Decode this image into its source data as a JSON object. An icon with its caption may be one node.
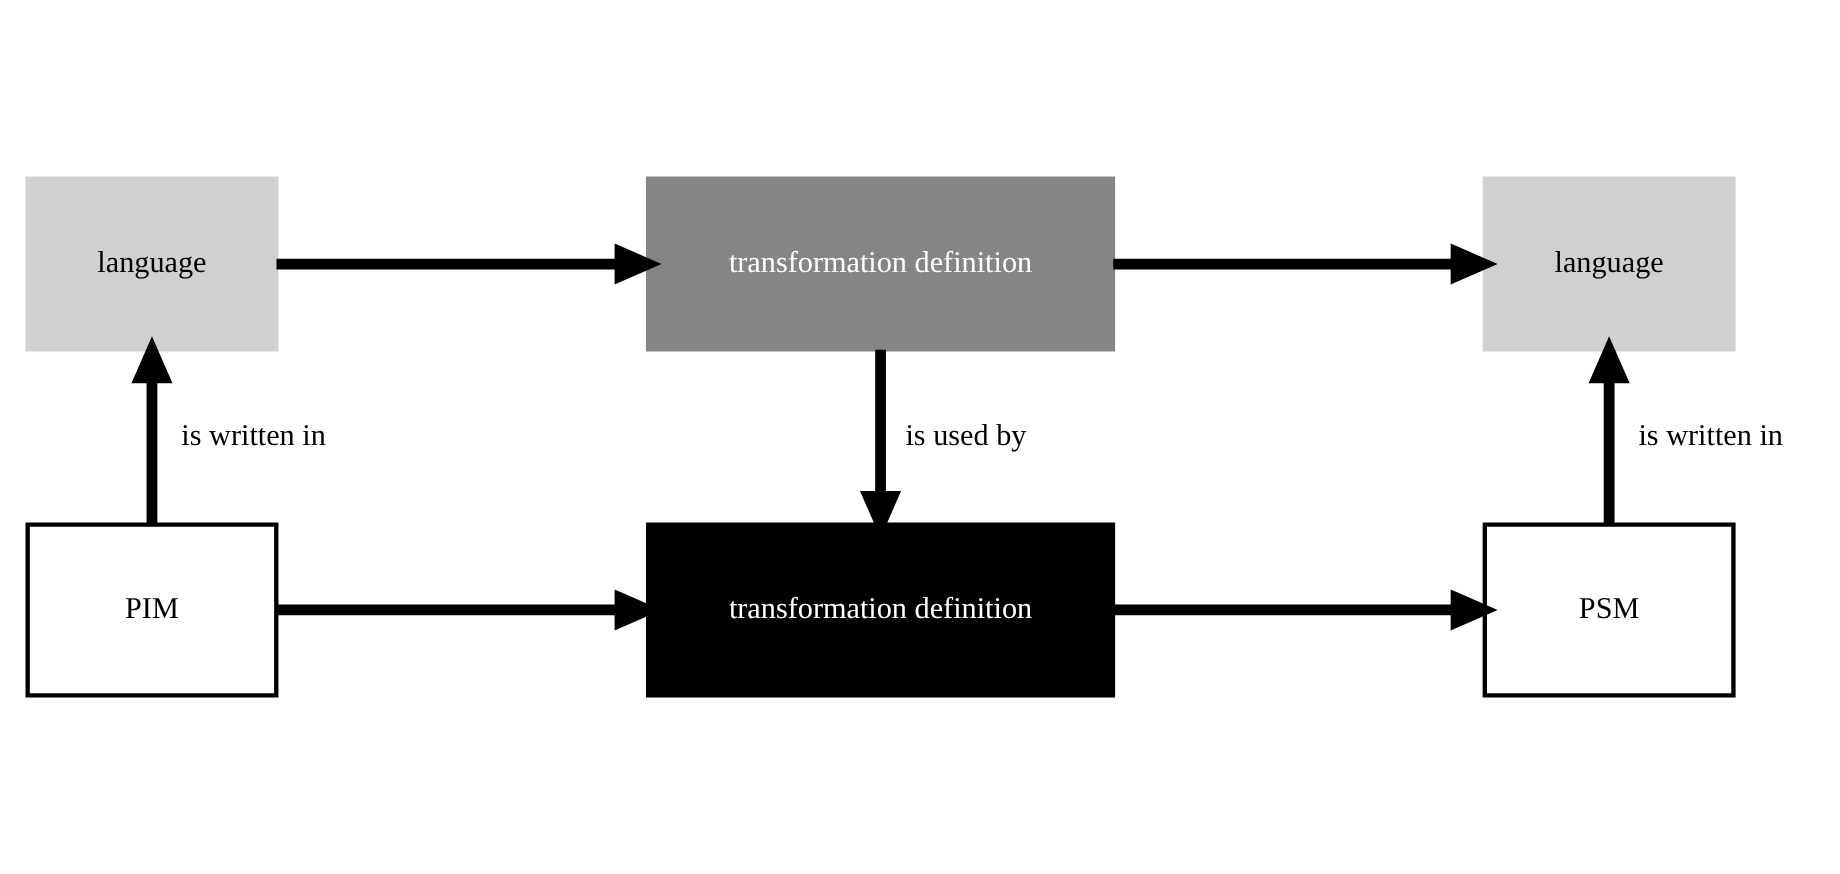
{
  "diagram": {
    "nodes": [
      {
        "text": [
          "language"
        ]
      },
      {
        "text": [
          "transformation definition"
        ]
      },
      {
        "text": [
          "language"
        ]
      },
      {
        "text": [
          "PIM"
        ]
      },
      {
        "text": [
          "transformation definition"
        ]
      },
      {
        "text": [
          "PSM"
        ]
      }
    ],
    "edges": [
      {
        "from": 0,
        "to": 1,
        "arrow": "to"
      },
      {
        "from": 1,
        "to": 2,
        "arrow": "to"
      },
      {
        "from": 3,
        "to": 0,
        "arrow": "to",
        "label": "is written in"
      },
      {
        "from": 1,
        "to": 4,
        "arrow": "to",
        "label": "is used by"
      },
      {
        "from": 3,
        "to": 4,
        "arrow": "to"
      },
      {
        "from": 4,
        "to": 5,
        "arrow": "to"
      },
      {
        "from": 5,
        "to": 2,
        "arrow": "to",
        "label": "is written in"
      }
    ]
  }
}
